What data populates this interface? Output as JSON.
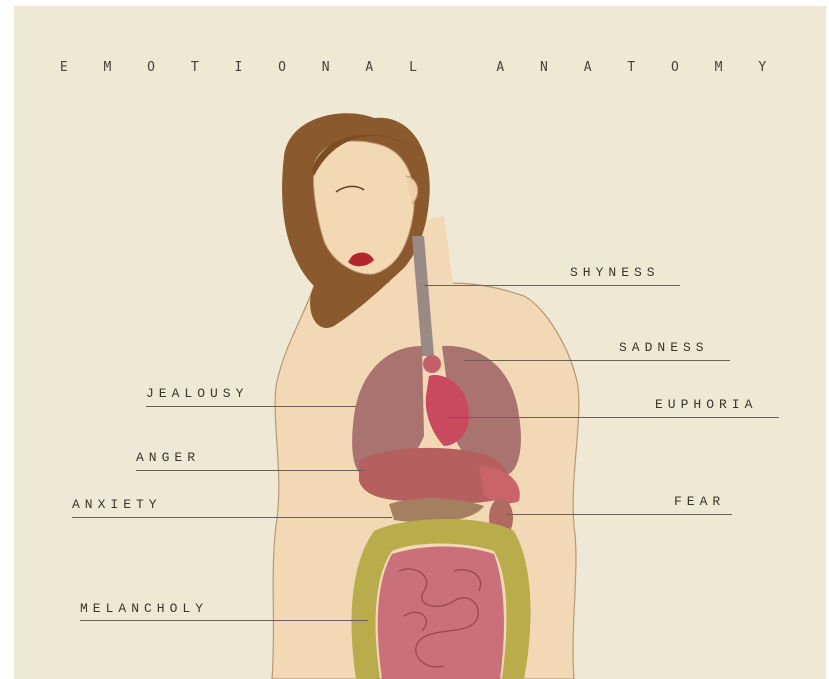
{
  "title": "E M O T I O N A L   A N A T O M Y",
  "labels": {
    "shyness": "SHYNESS",
    "sadness": "SADNESS",
    "jealousy": "JEALOUSY",
    "euphoria": "EUPHORIA",
    "anger": "ANGER",
    "fear": "FEAR",
    "anxiety": "ANXIETY",
    "melancholy": "MELANCHOLY"
  },
  "colors": {
    "paper": "#efe8d4",
    "skin": "#f3d4b0",
    "hair": "#8a5a2e",
    "lungs": "#a97370",
    "heart": "#c94a5e",
    "liver": "#b55f5f",
    "intestine": "#c9707a",
    "colon": "#b8ad4a"
  }
}
